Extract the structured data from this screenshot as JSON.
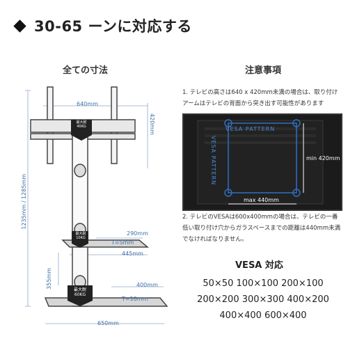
{
  "headline": "30-65 ーンに対応する",
  "left": {
    "title": "全ての寸法",
    "dims": {
      "width_top": "640mm",
      "height_right": "420mm",
      "total_height": "1235mm / 1285mm",
      "shelf_depth_top": "290mm",
      "shelf_thickness_top": "T=5mm",
      "shelf_width_top": "445mm",
      "shelf_gap": "355mm",
      "base_depth": "400mm",
      "base_thickness": "T=10mm",
      "base_width": "650mm"
    },
    "badges": {
      "top": "最大耐\n40KG",
      "middle": "最大耐\n10KG",
      "bottom": "最大耐\n60KG"
    }
  },
  "right": {
    "title": "注意事項",
    "note1": "1. テレビの高さは640 x 420mm未満の場合は、取り付けアームはテレビの背面から突き出す可能性があります",
    "note2": "2. テレビのVESAは600x400mmの場合は、テレビの一番低い取り付け穴からガラスベースまでの距離は440mm未満でなければなりません。",
    "tv_labels": {
      "vesa_pattern_h": "VESA PATTERN",
      "vesa_pattern_v": "VESA PATTERN",
      "min": "min 420mm",
      "max": "max 440mm"
    },
    "vesa_title": "VESA 対応",
    "vesa_rows": [
      "50×50   100×100   200×100",
      "200×200   300×300   400×200",
      "400×400   600×400"
    ]
  },
  "colors": {
    "accent": "#3d6fa8",
    "dim_line": "#8fa9c8"
  }
}
